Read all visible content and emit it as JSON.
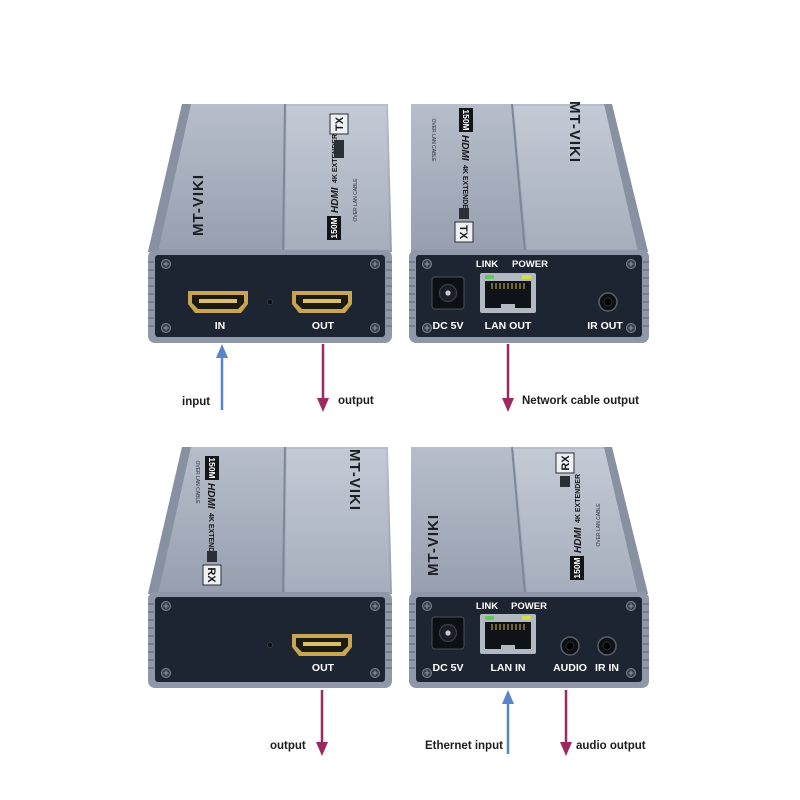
{
  "devices": {
    "tx_front": {
      "brand": "MT-VIKI",
      "badge": "150M",
      "logo": "HDMI",
      "title": "4K EXTENDER",
      "sub": "OVER LAN CABLE",
      "unit": "TX",
      "ports": {
        "hdmi_in": "IN",
        "hdmi_out": "OUT"
      }
    },
    "tx_back": {
      "brand": "MT-VIKI",
      "badge": "150M",
      "logo": "HDMI",
      "title": "4K EXTENDER",
      "sub": "OVER LAN CABLE",
      "unit": "TX",
      "leds": {
        "link": "LINK",
        "power": "POWER"
      },
      "ports": {
        "dc": "DC 5V",
        "lan": "LAN OUT",
        "ir": "IR OUT"
      }
    },
    "rx_front": {
      "brand": "MT-VIKI",
      "badge": "150M",
      "logo": "HDMI",
      "title": "4K EXTENDER",
      "sub": "OVER LAN CABLE",
      "unit": "RX",
      "ports": {
        "hdmi_out": "OUT"
      }
    },
    "rx_back": {
      "brand": "MT-VIKI",
      "badge": "150M",
      "logo": "HDMI",
      "title": "4K EXTENDER",
      "sub": "OVER LAN CABLE",
      "unit": "RX",
      "leds": {
        "link": "LINK",
        "power": "POWER"
      },
      "ports": {
        "dc": "DC 5V",
        "lan": "LAN IN",
        "audio": "AUDIO",
        "ir": "IR IN"
      }
    }
  },
  "annotations": {
    "tx_input": "input",
    "tx_output": "output",
    "tx_network": "Network cable output",
    "rx_output": "output",
    "rx_ethernet": "Ethernet input",
    "rx_audio": "audio output"
  },
  "colors": {
    "input_arrow": "#5b84c6",
    "output_arrow": "#9c2a62",
    "panel": "#1e2532",
    "frame": "#8f98a8",
    "hdmi_gold": "#c8a552"
  }
}
